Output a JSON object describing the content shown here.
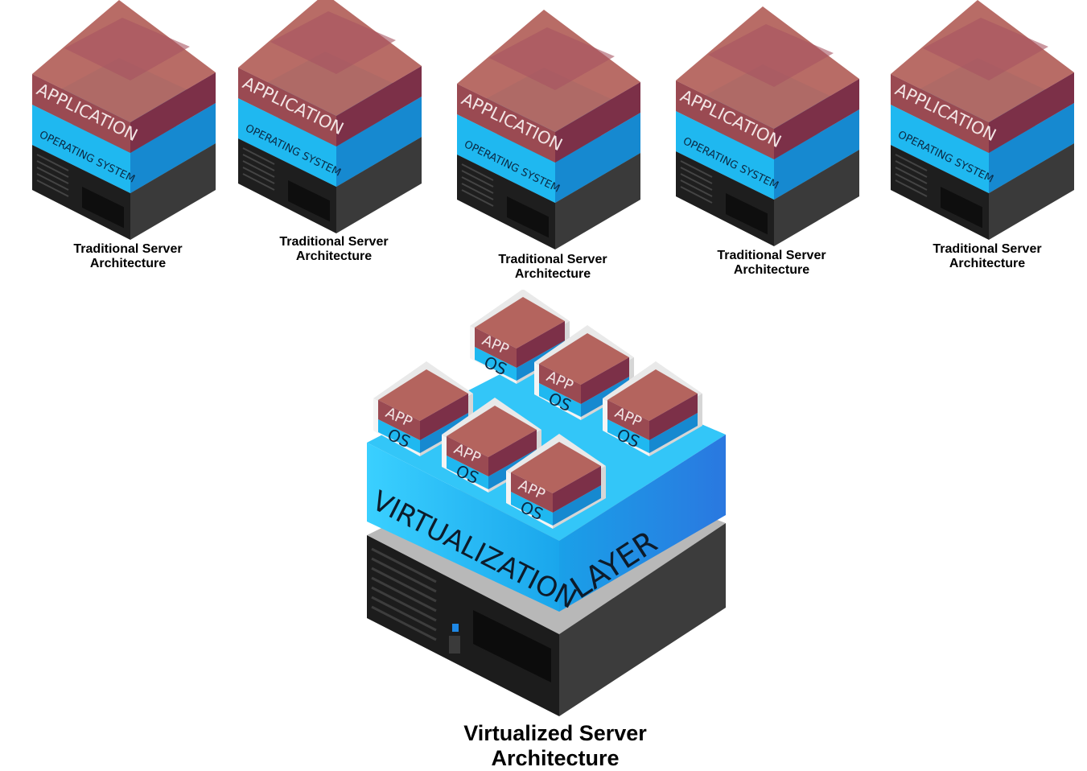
{
  "traditional": [
    {
      "app_label": "APPLICATION",
      "os_label": "OPERATING SYSTEM",
      "caption_line1": "Traditional Server",
      "caption_line2": "Architecture"
    },
    {
      "app_label": "APPLICATION",
      "os_label": "OPERATING SYSTEM",
      "caption_line1": "Traditional Server",
      "caption_line2": "Architecture"
    },
    {
      "app_label": "APPLICATION",
      "os_label": "OPERATING SYSTEM",
      "caption_line1": "Traditional Server",
      "caption_line2": "Architecture"
    },
    {
      "app_label": "APPLICATION",
      "os_label": "OPERATING SYSTEM",
      "caption_line1": "Traditional Server",
      "caption_line2": "Architecture"
    },
    {
      "app_label": "APPLICATION",
      "os_label": "OPERATING SYSTEM",
      "caption_line1": "Traditional Server",
      "caption_line2": "Architecture"
    }
  ],
  "virtualized": {
    "layer_label_left": "VIRTUALIZATION",
    "layer_label_right": "LAYER",
    "vm_app_label": "APP",
    "vm_os_label": "OS",
    "vm_count": 6,
    "caption_line1": "Virtualized Server",
    "caption_line2": "Architecture"
  },
  "colors": {
    "application": "#9a4a52",
    "operating_system": "#1fb8f0",
    "server": "#2e2e2e"
  }
}
